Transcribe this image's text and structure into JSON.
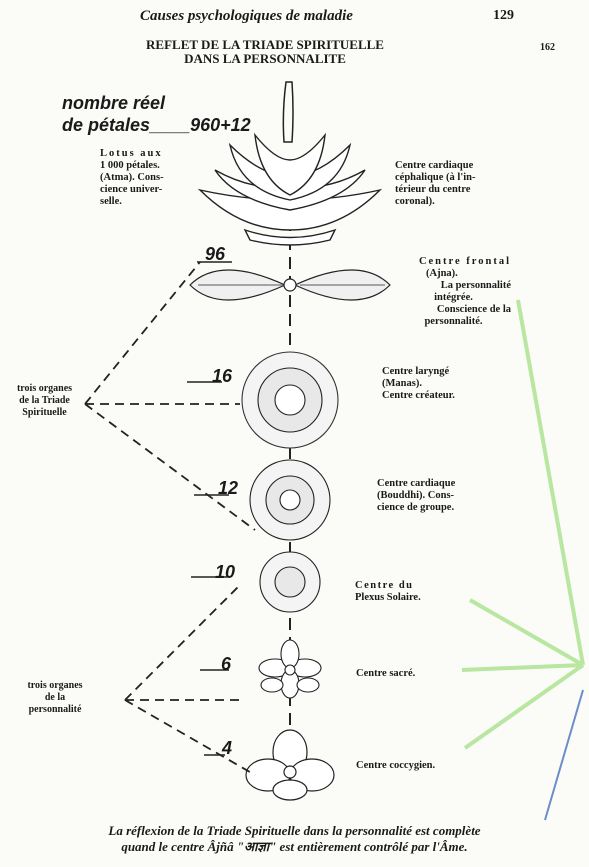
{
  "header": {
    "title": "Causes psychologiques de maladie",
    "page_number": "129",
    "side_number": "162"
  },
  "figure": {
    "title_line1": "REFLET DE LA TRIADE SPIRITUELLE",
    "title_line2": "DANS LA PERSONNALITE",
    "petals_label_line1": "nombre réel",
    "petals_label_line2": "de pétales",
    "petals_value": "960+12",
    "lotus_desc": [
      "Lotus aux",
      "1 000 pétales.",
      "(Atma). Cons-",
      "cience univer-",
      "selle."
    ],
    "centers": [
      {
        "count": "",
        "lines": [
          "Centre cardiaque",
          "céphalique (à l'in-",
          "térieur du centre",
          "coronal)."
        ]
      },
      {
        "count": "96",
        "lines": [
          "Centre frontal",
          "(Ajna).",
          "La personnalité",
          "intégrée.",
          "Conscience de la",
          "personnalité."
        ]
      },
      {
        "count": "16",
        "lines": [
          "Centre laryngé",
          "(Manas).",
          "Centre créateur."
        ]
      },
      {
        "count": "12",
        "lines": [
          "Centre cardiaque",
          "(Bouddhi). Cons-",
          "cience de groupe."
        ]
      },
      {
        "count": "10",
        "lines": [
          "Centre du",
          "Plexus Solaire."
        ]
      },
      {
        "count": "6",
        "lines": [
          "Centre sacré."
        ]
      },
      {
        "count": "4",
        "lines": [
          "Centre coccygien."
        ]
      }
    ],
    "organs_triad": [
      "trois organes",
      "de la Triade",
      "Spirituelle"
    ],
    "organs_personality": [
      "trois organes",
      "de la",
      "personnalité"
    ]
  },
  "caption": {
    "line1": "La réflexion de la Triade Spirituelle dans la personnalité est complète",
    "line2": "quand le centre   Âjñâ \"आज्ञा\" est entièrement contrôlé par l'Âme."
  },
  "colors": {
    "green_arrow": "#b9e6a0",
    "blue_arrow": "#6b8ec9"
  }
}
